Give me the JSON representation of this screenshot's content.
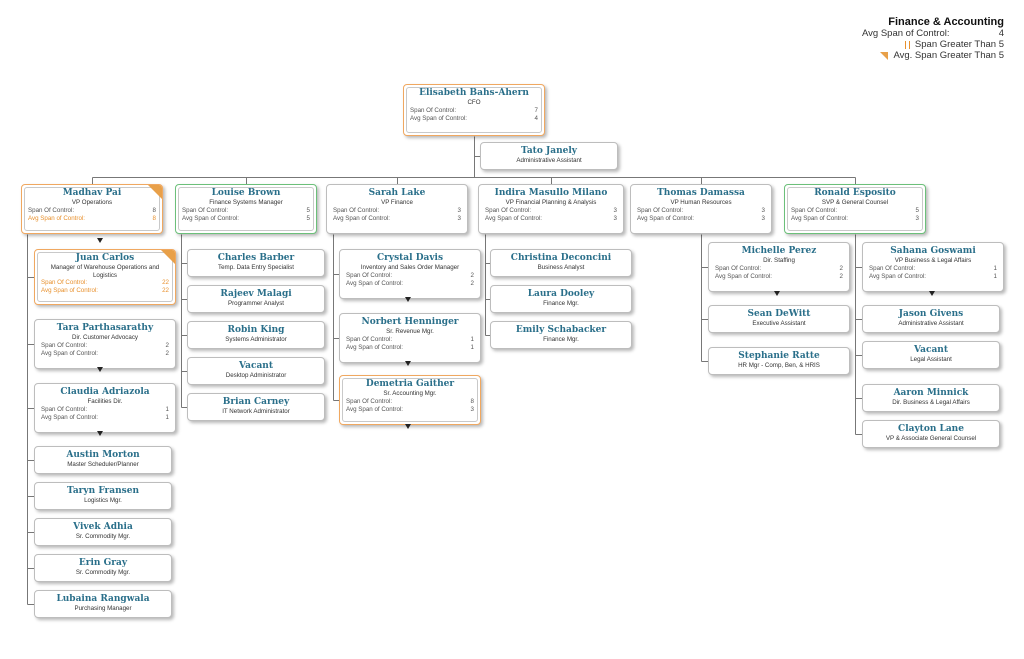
{
  "legend": {
    "title": "Finance & Accounting",
    "avg_label": "Avg Span of Control:",
    "avg_value": "4",
    "span_greater": "Span Greater Than 5",
    "avg_greater": "Avg. Span Greater Than 5",
    "accent_color": "#e8902c"
  },
  "span_label": "Span Of Control:",
  "avg_label": "Avg Span of Control:",
  "nodes": [
    {
      "id": "ceo",
      "name": "Elisabeth Bahs-Ahern",
      "title": "CFO",
      "span": "7",
      "avg": "4",
      "border": "orange"
    },
    {
      "id": "tato",
      "name": "Tato Janely",
      "title": "Administrative Assistant"
    },
    {
      "id": "madhav",
      "name": "Madhav Pai",
      "title": "VP Operations",
      "span": "8",
      "avg": "8",
      "border": "orange",
      "flag": true,
      "avg_hi": true
    },
    {
      "id": "louise",
      "name": "Louise Brown",
      "title": "Finance Systems Manager",
      "span": "5",
      "avg": "5",
      "border": "green"
    },
    {
      "id": "sarah",
      "name": "Sarah Lake",
      "title": "VP Finance",
      "span": "3",
      "avg": "3"
    },
    {
      "id": "indira",
      "name": "Indira Masullo Milano",
      "title": "VP Financial Planning & Analysis",
      "span": "3",
      "avg": "3"
    },
    {
      "id": "thomas",
      "name": "Thomas Damassa",
      "title": "VP Human Resources",
      "span": "3",
      "avg": "3"
    },
    {
      "id": "ronald",
      "name": "Ronald Esposito",
      "title": "SVP & General Counsel",
      "span": "5",
      "avg": "3",
      "border": "green"
    },
    {
      "id": "juan",
      "name": "Juan Carlos",
      "title": "Manager of Warehouse Operations and Logistics",
      "span": "22",
      "avg": "22",
      "border": "orange",
      "flag": true,
      "span_hi": true,
      "avg_hi": true
    },
    {
      "id": "tara",
      "name": "Tara Parthasarathy",
      "title": "Dir. Customer Advocacy",
      "span": "2",
      "avg": "2"
    },
    {
      "id": "claudia",
      "name": "Claudia Adriazola",
      "title": "Facilities Dir.",
      "span": "1",
      "avg": "1"
    },
    {
      "id": "austin",
      "name": "Austin Morton",
      "title": "Master Scheduler/Planner"
    },
    {
      "id": "taryn",
      "name": "Taryn Fransen",
      "title": "Logistics Mgr."
    },
    {
      "id": "vivek",
      "name": "Vivek Adhia",
      "title": "Sr. Commodity Mgr."
    },
    {
      "id": "erin",
      "name": "Erin Gray",
      "title": "Sr. Commodity Mgr."
    },
    {
      "id": "lubaina",
      "name": "Lubaina Rangwala",
      "title": "Purchasing Manager"
    },
    {
      "id": "charles",
      "name": "Charles Barber",
      "title": "Temp. Data Entry Specialist"
    },
    {
      "id": "rajeev",
      "name": "Rajeev Malagi",
      "title": "Programmer Analyst"
    },
    {
      "id": "robin",
      "name": "Robin King",
      "title": "Systems Administrator"
    },
    {
      "id": "vacant1",
      "name": "Vacant",
      "title": "Desktop Administrator"
    },
    {
      "id": "brian",
      "name": "Brian Carney",
      "title": "IT Network Administrator"
    },
    {
      "id": "crystal",
      "name": "Crystal Davis",
      "title": "Inventory and Sales Order Manager",
      "span": "2",
      "avg": "2"
    },
    {
      "id": "norbert",
      "name": "Norbert Henninger",
      "title": "Sr. Revenue Mgr.",
      "span": "1",
      "avg": "1"
    },
    {
      "id": "demetria",
      "name": "Demetria Gaither",
      "title": "Sr. Accounting Mgr.",
      "span": "8",
      "avg": "3",
      "border": "orange"
    },
    {
      "id": "christina",
      "name": "Christina Deconcini",
      "title": "Business Analyst"
    },
    {
      "id": "laura",
      "name": "Laura Dooley",
      "title": "Finance Mgr."
    },
    {
      "id": "emily",
      "name": "Emily Schabacker",
      "title": "Finance Mgr."
    },
    {
      "id": "michelle",
      "name": "Michelle Perez",
      "title": "Dir. Staffing",
      "span": "2",
      "avg": "2"
    },
    {
      "id": "sean",
      "name": "Sean DeWitt",
      "title": "Executive Assistant"
    },
    {
      "id": "stephanie",
      "name": "Stephanie Ratte",
      "title": "HR Mgr - Comp, Ben, & HRIS"
    },
    {
      "id": "sahana",
      "name": "Sahana Goswami",
      "title": "VP Business & Legal Affairs",
      "span": "1",
      "avg": "1"
    },
    {
      "id": "jason",
      "name": "Jason Givens",
      "title": "Administrative Assistant"
    },
    {
      "id": "vacant2",
      "name": "Vacant",
      "title": "Legal Assistant"
    },
    {
      "id": "aaron",
      "name": "Aaron Minnick",
      "title": "Dir. Business & Legal Affairs"
    },
    {
      "id": "clayton",
      "name": "Clayton Lane",
      "title": "VP & Associate General Counsel"
    }
  ]
}
